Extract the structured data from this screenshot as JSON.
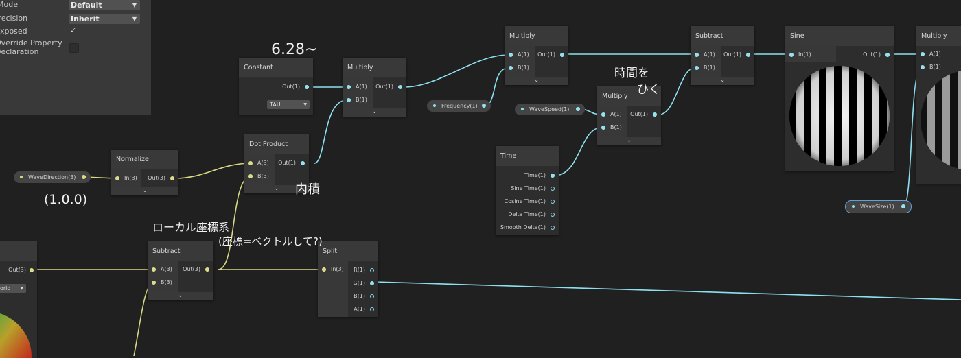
{
  "graph_inspector": {
    "rows": [
      {
        "label": "Mode",
        "value": "Default"
      },
      {
        "label": "Precision",
        "value": "Inherit"
      },
      {
        "label": "Exposed",
        "check": "✓"
      },
      {
        "label": "Override Property Declaration"
      }
    ]
  },
  "nodes": {
    "constant": {
      "title": "Constant",
      "out": "Out(1)",
      "option": "TAU"
    },
    "multiply1": {
      "title": "Multiply",
      "a": "A(1)",
      "b": "B(1)",
      "out": "Out(1)"
    },
    "multiply2": {
      "title": "Multiply",
      "a": "A(1)",
      "b": "B(1)",
      "out": "Out(1)"
    },
    "multiply3": {
      "title": "Multiply",
      "a": "A(1)",
      "b": "B(1)",
      "out": "Out(1)"
    },
    "multiply4": {
      "title": "Multiply",
      "a": "A(1)",
      "b": "B(1)"
    },
    "subtract1": {
      "title": "Subtract",
      "a": "A(1)",
      "b": "B(1)",
      "out": "Out(1)"
    },
    "subtract2": {
      "title": "Subtract",
      "a": "A(3)",
      "b": "B(3)",
      "out": "Out(3)"
    },
    "sine": {
      "title": "Sine",
      "in": "In(1)",
      "out": "Out(1)"
    },
    "normalize": {
      "title": "Normalize",
      "in": "In(3)",
      "out": "Out(3)"
    },
    "dot_product": {
      "title": "Dot Product",
      "a": "A(3)",
      "b": "B(3)",
      "out": "Out(1)"
    },
    "time": {
      "title": "Time",
      "outputs": [
        "Time(1)",
        "Sine Time(1)",
        "Cosine Time(1)",
        "Delta Time(1)",
        "Smooth Delta(1)"
      ]
    },
    "split": {
      "title": "Split",
      "in": "In(3)",
      "outputs": [
        "R(1)",
        "G(1)",
        "B(1)",
        "A(1)"
      ]
    },
    "position": {
      "out": "Out(3)",
      "space": "orld"
    }
  },
  "properties": {
    "wave_direction": "WaveDirection(3)",
    "frequency": "Frequency(1)",
    "wave_speed": "WaveSpeed(1)",
    "wave_size": "WaveSize(1)"
  },
  "handwriting": {
    "constant_note": "6.28~",
    "time_note_1": "時間を",
    "time_note_2": "ひく",
    "dot_note": "内積",
    "vector_note": "(1.0.0)",
    "local_note_1": "ローカル座標系",
    "local_note_2": "(座標=ベクトルして?)"
  },
  "colors": {
    "vector3_wire": "#d9d982",
    "float_wire": "#8ee0f0"
  }
}
